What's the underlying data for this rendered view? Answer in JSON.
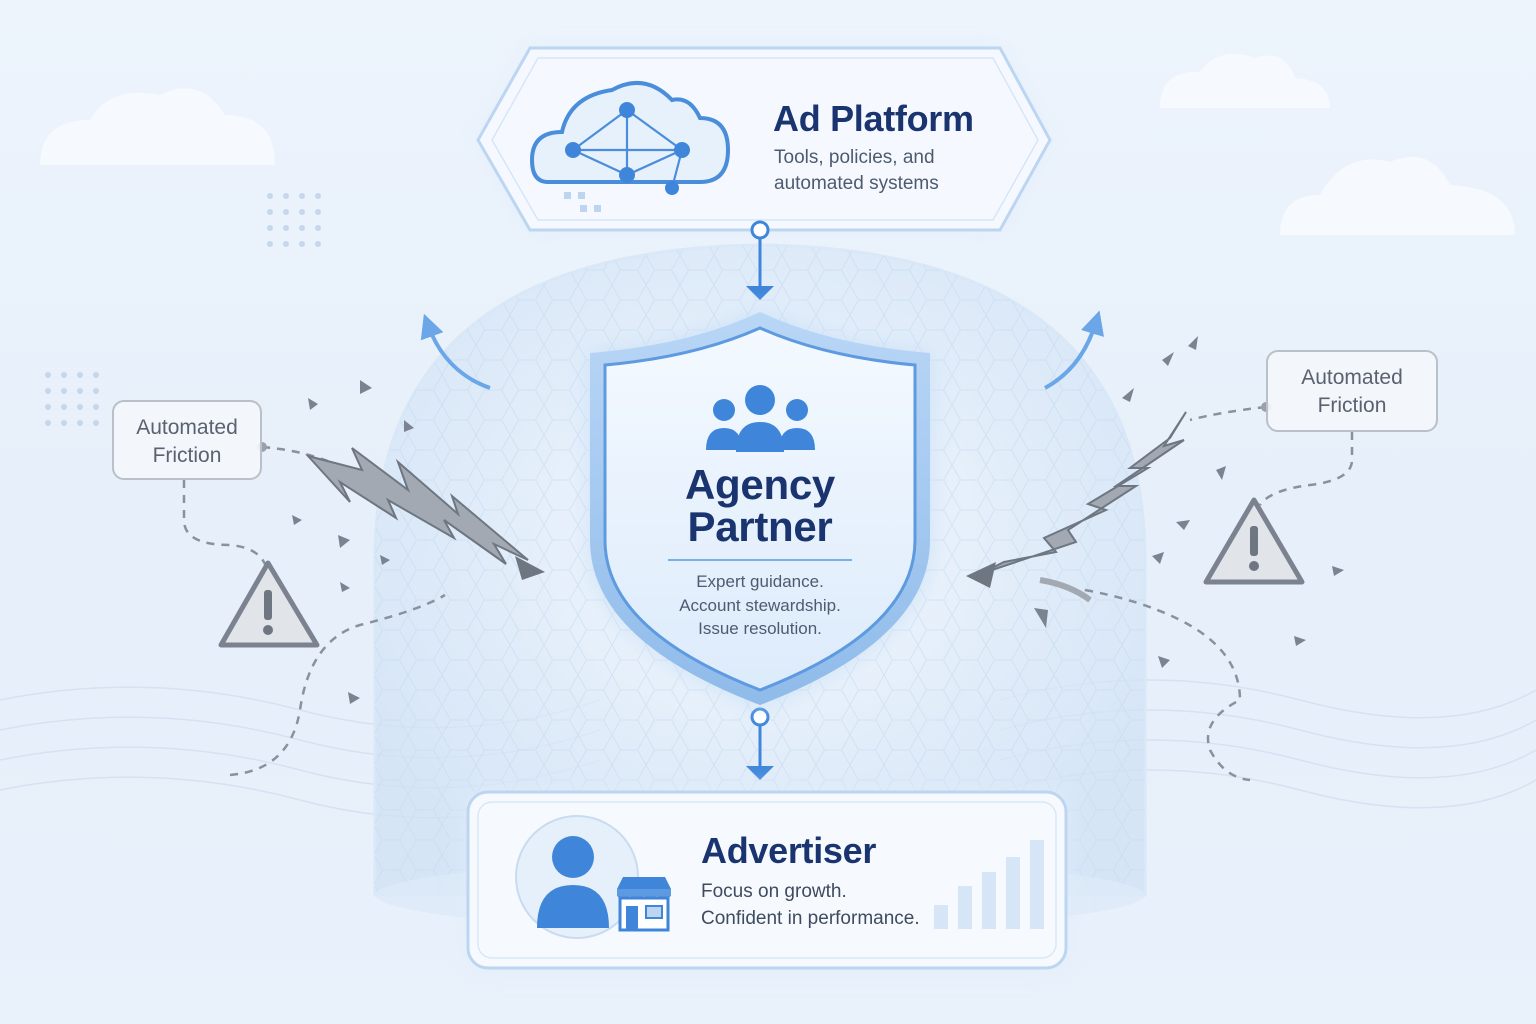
{
  "platform": {
    "title": "Ad Platform",
    "description_lines": [
      "Tools, policies, and",
      "automated systems"
    ],
    "icon": "cloud-network-icon"
  },
  "partner": {
    "title_lines": [
      "Agency",
      "Partner"
    ],
    "description_lines": [
      "Expert guidance.",
      "Account stewardship.",
      "Issue resolution."
    ],
    "icon": "team-icon"
  },
  "advertiser": {
    "title": "Advertiser",
    "description_lines": [
      "Focus on growth.",
      "Confident in performance."
    ],
    "icons": [
      "person-icon",
      "storefront-icon",
      "bar-chart-icon"
    ]
  },
  "friction": {
    "left_lines": [
      "Automated",
      "Friction"
    ],
    "right_lines": [
      "Automated",
      "Friction"
    ],
    "icons": [
      "lightning-bolt-icon",
      "warning-icon"
    ]
  },
  "colors": {
    "primary_blue": "#3f86db",
    "navy_text": "#1a3470",
    "body_text": "#4d5b70",
    "friction_gray": "#7b8390",
    "background": "#edf4fc"
  }
}
